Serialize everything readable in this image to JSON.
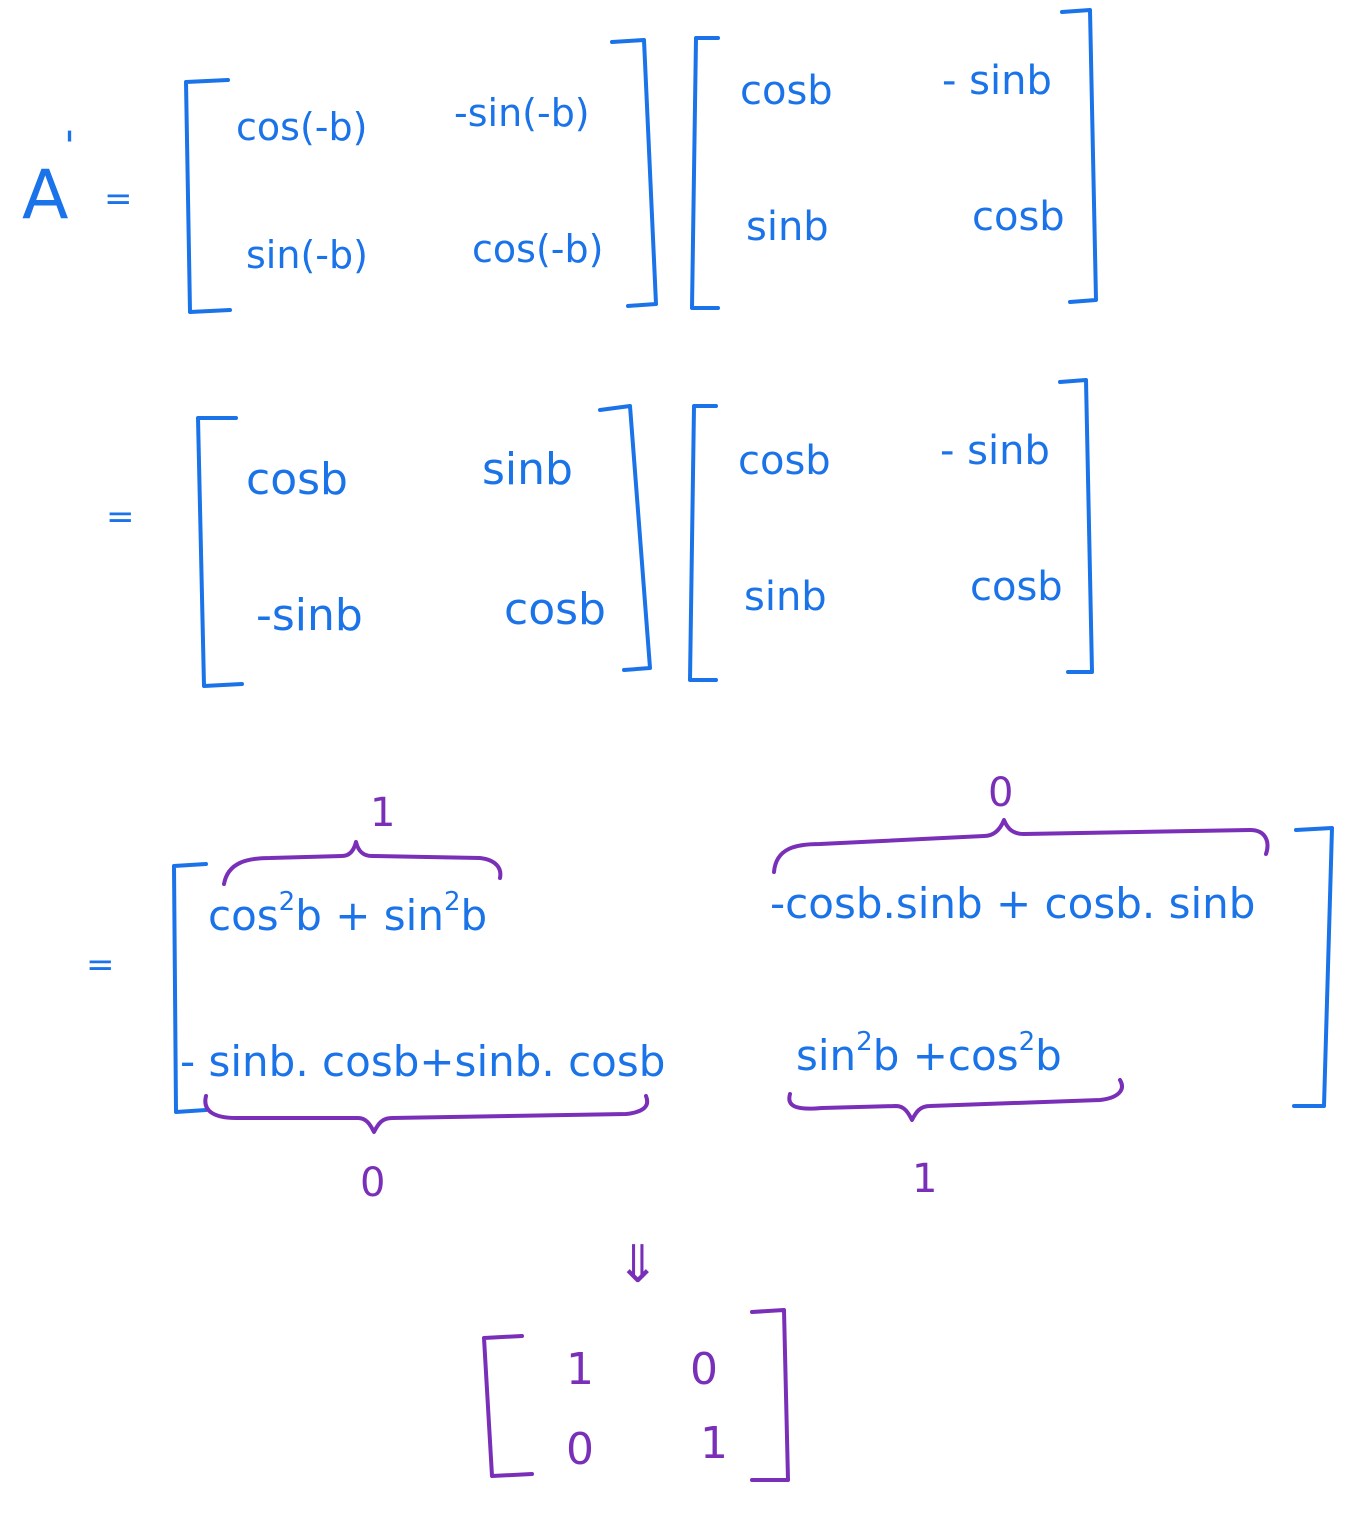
{
  "colors": {
    "ink_blue": "#1a73e8",
    "ink_purple": "#7a2fb8",
    "paper": "#ffffff"
  },
  "lhs": {
    "symbol": "A",
    "prime": "'"
  },
  "equals": "=",
  "step1": {
    "m1": {
      "r1c1": "cos(-b)",
      "r1c2": "-sin(-b)",
      "r2c1": "sin(-b)",
      "r2c2": "cos(-b)"
    },
    "m2": {
      "r1c1": "cosb",
      "r1c2": "- sinb",
      "r2c1": "sinb",
      "r2c2": "cosb"
    }
  },
  "step2": {
    "m1": {
      "r1c1": "cosb",
      "r1c2": "sinb",
      "r2c1": "-sinb",
      "r2c2": "cosb"
    },
    "m2": {
      "r1c1": "cosb",
      "r1c2": "- sinb",
      "r2c1": "sinb",
      "r2c2": "cosb"
    }
  },
  "step3": {
    "r1c1": {
      "base1": "cos",
      "exp1": "2",
      "mid": "b + sin",
      "exp2": "2",
      "end": "b"
    },
    "r1c2": "-cosb.sinb + cosb. sinb",
    "r2c1": "- sinb. cosb+sinb. cosb",
    "r2c2": {
      "base1": "sin",
      "exp1": "2",
      "mid": "b +cos",
      "exp2": "2",
      "end": "b"
    },
    "brace_r1c1": "1",
    "brace_r1c2": "0",
    "brace_r2c1": "0",
    "brace_r2c2": "1"
  },
  "implies": "⇓",
  "result": {
    "r1c1": "1",
    "r1c2": "0",
    "r2c1": "0",
    "r2c2": "1"
  }
}
